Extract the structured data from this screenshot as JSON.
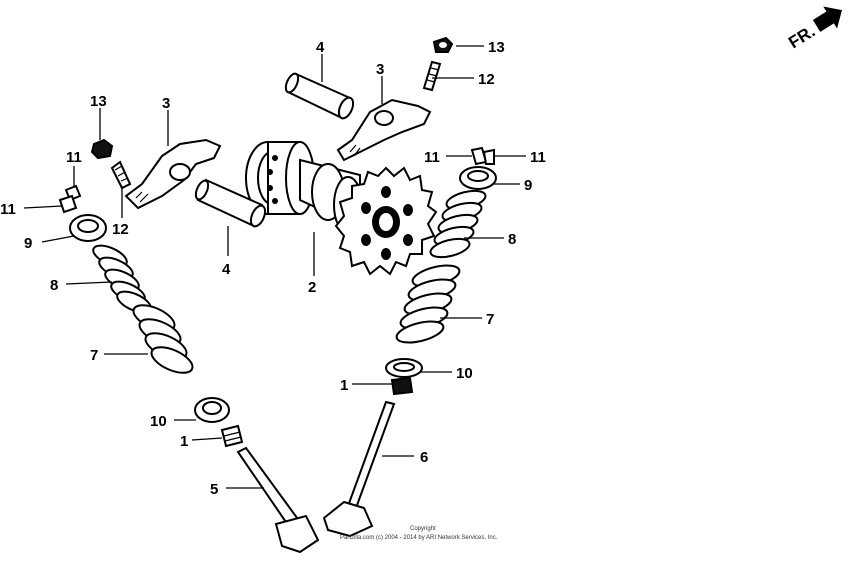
{
  "direction_label": "FR.",
  "callouts": {
    "c1a": "1",
    "c1b": "1",
    "c2": "2",
    "c3a": "3",
    "c3b": "3",
    "c4a": "4",
    "c4b": "4",
    "c5": "5",
    "c6": "6",
    "c7a": "7",
    "c7b": "7",
    "c8a": "8",
    "c8b": "8",
    "c9a": "9",
    "c9b": "9",
    "c10a": "10",
    "c10b": "10",
    "c11a": "11",
    "c11b": "11",
    "c11c": "11",
    "c11d": "11",
    "c12a": "12",
    "c12b": "12",
    "c13a": "13",
    "c13b": "13"
  },
  "copyright": {
    "line1": "Copyright",
    "line2": "Partzilla.com (c) 2004 - 2014 by ARI Network Services, Inc."
  }
}
